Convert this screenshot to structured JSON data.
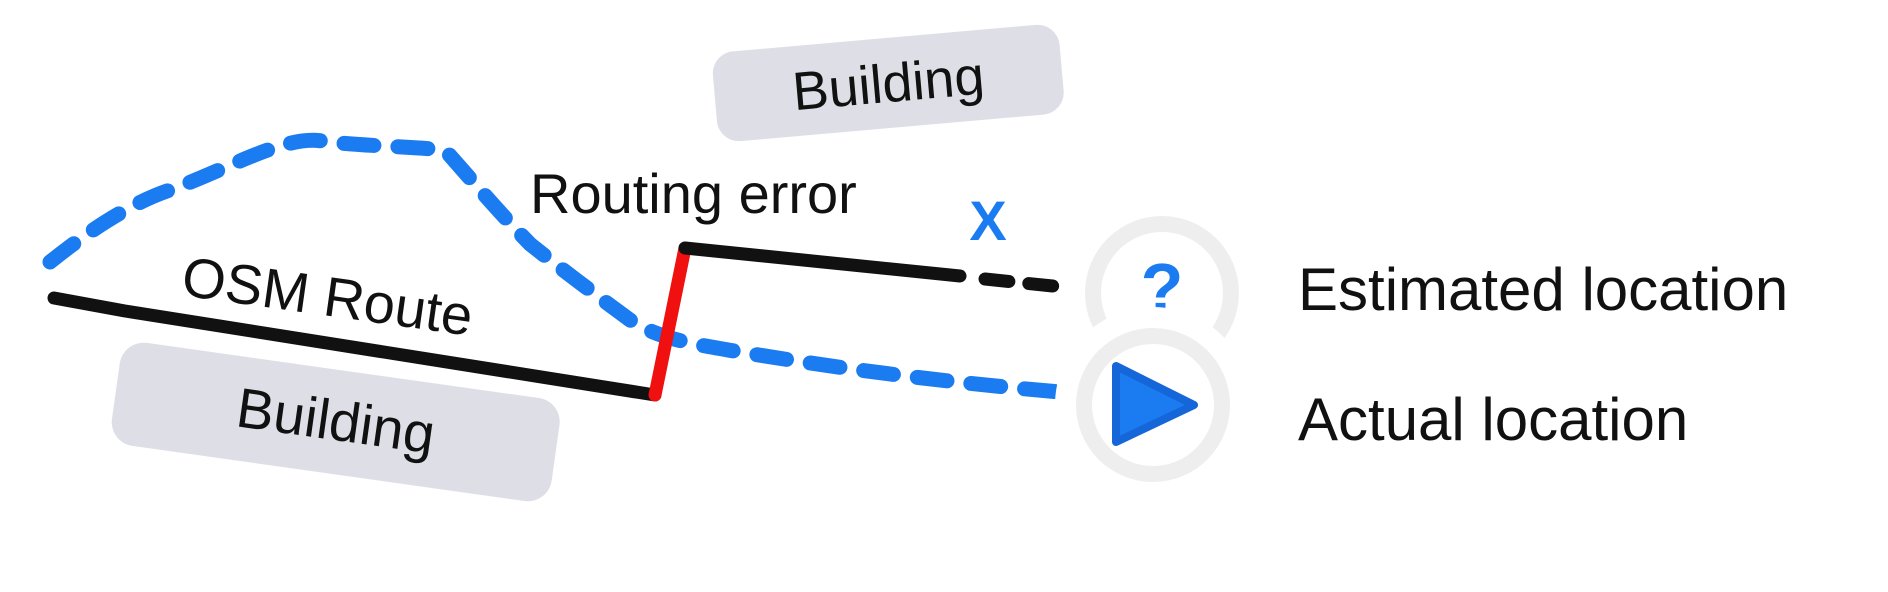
{
  "labels": {
    "building_top": "Building",
    "building_bottom": "Building",
    "osm_route": "OSM Route",
    "routing_error": "Routing error",
    "x_mark": "X",
    "question_mark": "?",
    "estimated_location": "Estimated location",
    "actual_location": "Actual location"
  },
  "colors": {
    "building_fill": "#DEDEE6",
    "actual_path": "#1A7CF0",
    "osm_route": "#111111",
    "routing_error": "#F01010",
    "marker_ring": "#EEEEEE",
    "marker_fill": "#FFFFFF",
    "accent_blue": "#1A7CF0",
    "text": "#111111"
  },
  "icons": {
    "estimated_marker": "question-mark-icon",
    "actual_marker": "play-triangle-icon"
  }
}
